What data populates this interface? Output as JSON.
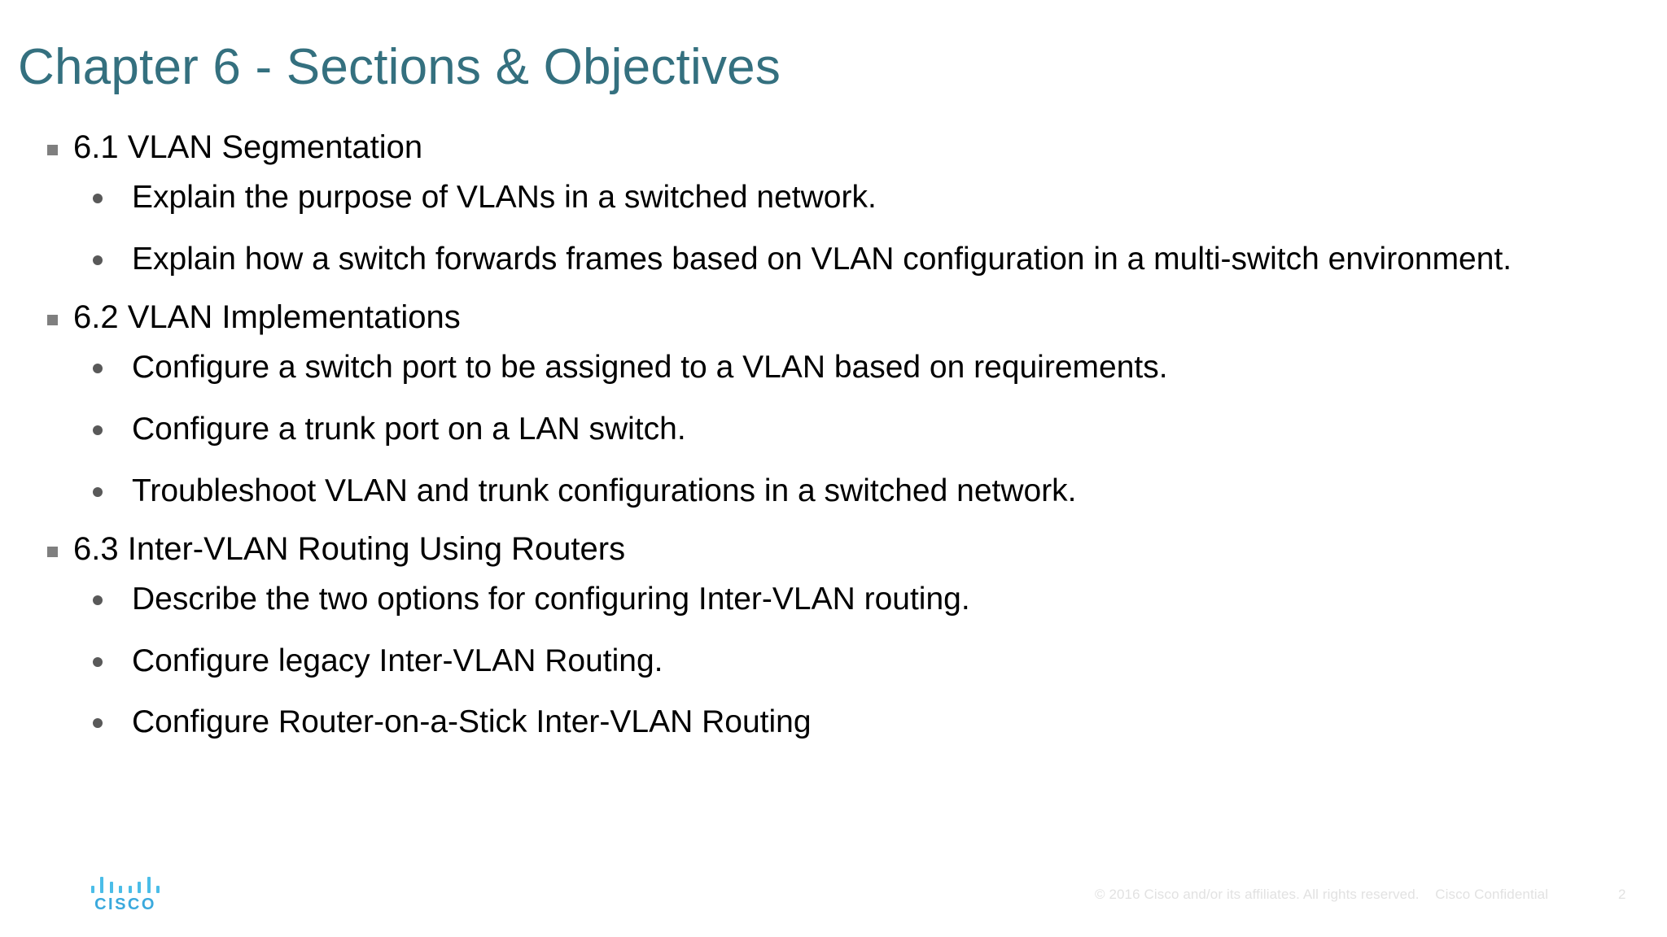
{
  "slide": {
    "title": "Chapter 6 - Sections & Objectives",
    "title_color": "#34707f",
    "background_color": "#ffffff",
    "body_text_color": "#000000",
    "level1_marker_color": "#7f7f7f",
    "level2_marker_color": "#595959"
  },
  "sections": [
    {
      "heading": "6.1 VLAN Segmentation",
      "objectives": [
        "Explain the purpose of VLANs in a switched network.",
        "Explain how a switch forwards frames based on VLAN configuration in a multi-switch environment."
      ]
    },
    {
      "heading": "6.2 VLAN Implementations",
      "objectives": [
        "Configure a switch port to be assigned to a VLAN based on requirements.",
        "Configure a trunk port on a LAN switch.",
        "Troubleshoot VLAN and trunk configurations in a switched network."
      ]
    },
    {
      "heading": "6.3 Inter-VLAN Routing Using Routers",
      "objectives": [
        "Describe the two options for configuring Inter-VLAN routing.",
        "Configure legacy Inter-VLAN Routing.",
        "Configure Router-on-a-Stick Inter-VLAN Routing"
      ]
    }
  ],
  "footer": {
    "logo_wordmark": "CISCO",
    "logo_color": "#3aa9dd",
    "copyright": "© 2016  Cisco and/or its affiliates. All rights reserved.",
    "confidential": "Cisco Confidential",
    "page_number": "2",
    "text_color": "#e2e2e2"
  }
}
